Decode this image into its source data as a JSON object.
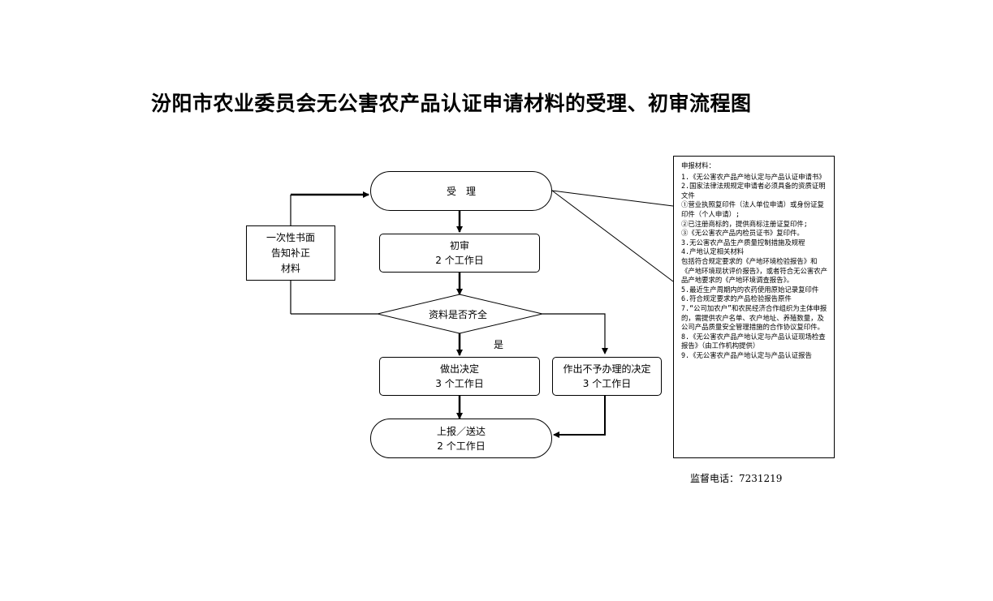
{
  "title": "汾阳市农业委员会无公害农产品认证申请材料的受理、初审流程图",
  "nodes": {
    "accept": "受　理",
    "prelim": {
      "line1": "初审",
      "line2": "2 个工作日"
    },
    "check": "资料是否齐全",
    "yes": "是",
    "decide": {
      "line1": "做出决定",
      "line2": "3 个工作日"
    },
    "reject": {
      "line1": "作出不予办理的决定",
      "line2": "3 个工作日"
    },
    "report": {
      "line1": "上报／送达",
      "line2": "2 个工作日"
    },
    "notice": {
      "line1": "一次性书面",
      "line2": "告知补正",
      "line3": "材料"
    }
  },
  "materials": {
    "heading": "申报材料：",
    "items": [
      "1.《无公害农产品产地认定与产品认证申请书》",
      "2.国家法律法规规定申请者必须具备的资质证明文件",
      "①营业执照复印件（法人单位申请）或身份证复印件（个人申请）;",
      "②已注册商标的，提供商标注册证复印件;",
      "③《无公害农产品内检员证书》复印件。",
      "3.无公害农产品生产质量控制措施及规程",
      "4.产地认定相关材料",
      "包括符合规定要求的《产地环境检验报告》和《产地环境现状评价报告》，或者符合无公害农产品产地要求的《产地环境调查报告》。",
      "5.最近生产周期内的农药使用原始记录复印件",
      "6.符合规定要求的产品检验报告原件",
      "7.“公司加农户”和农民经济合作组织为主体申报的，需提供农户名单、农户地址、养殖数量，及公司产品质量安全管理措施的合作协议复印件。",
      "8.《无公害农产品产地认定与产品认证现场检查报告》（由工作机构提供）",
      "9.《无公害农产品产地认定与产品认证报告"
    ]
  },
  "supervision": "监督电话：7231219"
}
